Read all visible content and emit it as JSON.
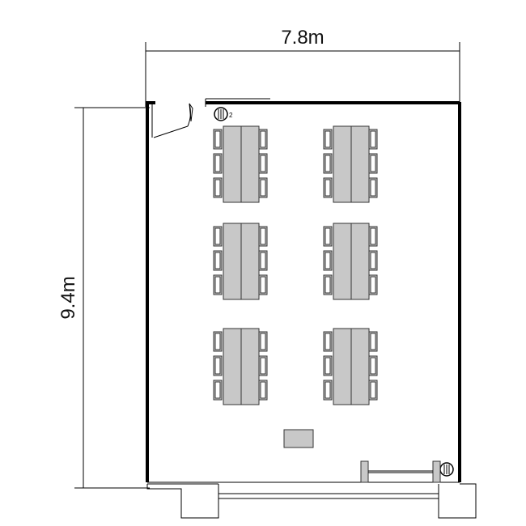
{
  "dimensions": {
    "width_label": "7.8m",
    "height_label": "9.4m"
  },
  "room": {
    "table_groups": 6,
    "fixture_label": "2",
    "colors": {
      "wall": "#000000",
      "furniture_fill": "#c8c8c8",
      "background": "#ffffff"
    }
  }
}
